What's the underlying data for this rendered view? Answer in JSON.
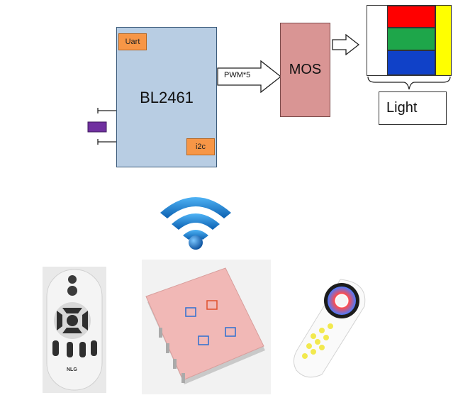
{
  "chip": {
    "name": "BL2461",
    "port_uart": "Uart",
    "port_i2c": "i2c"
  },
  "pwm_label": "PWM*5",
  "mos_label": "MOS",
  "light_label": "Light",
  "light_colors": {
    "red": "#ff0000",
    "green": "#1ea64a",
    "blue": "#1041c8",
    "yellow": "#ffff00"
  },
  "remote_left_brand": "NLG",
  "colors": {
    "chip": "#b8cde3",
    "port": "#f79646",
    "mos": "#d99594",
    "crystal": "#7030a0",
    "wifi": "#1a7fd1"
  }
}
